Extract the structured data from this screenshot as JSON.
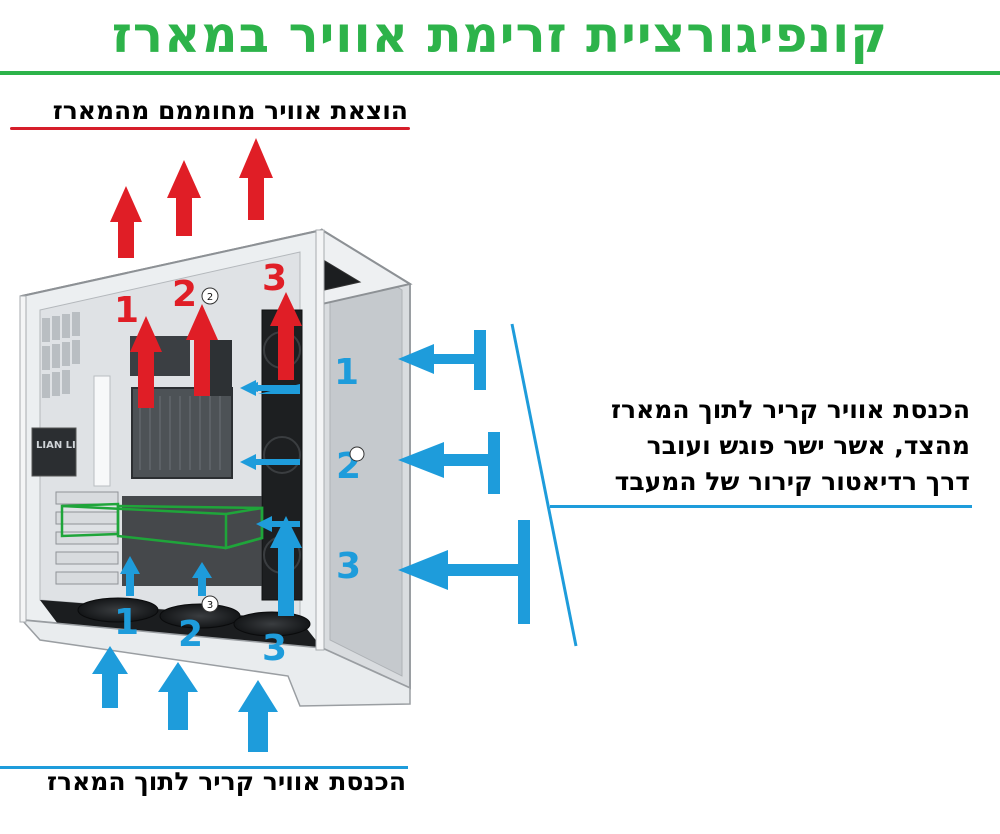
{
  "title": "קונפיגורציית זרימת אוויר במארז",
  "exhaust_label": "הוצאת אוויר מחוממם מהמארז",
  "side_intake_label": [
    "הכנסת אוויר קריר לתוך המארז",
    "מהצד, אשר ישר פוגש ועובר",
    "דרך רדיאטור קירור של המעבד"
  ],
  "bottom_intake_label": "הכנסת אוויר קריר לתוך המארז",
  "fan_numbers": {
    "top": [
      "1",
      "2",
      "3"
    ],
    "side": [
      "1",
      "2",
      "3"
    ],
    "bottom": [
      "1",
      "2",
      "3"
    ]
  },
  "case_brand": "LIAN LI",
  "colors": {
    "title_green": "#2db34a",
    "exhaust_red": "#e01e26",
    "intake_blue": "#1e9cdb",
    "gpu_outline_green": "#1fa53a"
  }
}
